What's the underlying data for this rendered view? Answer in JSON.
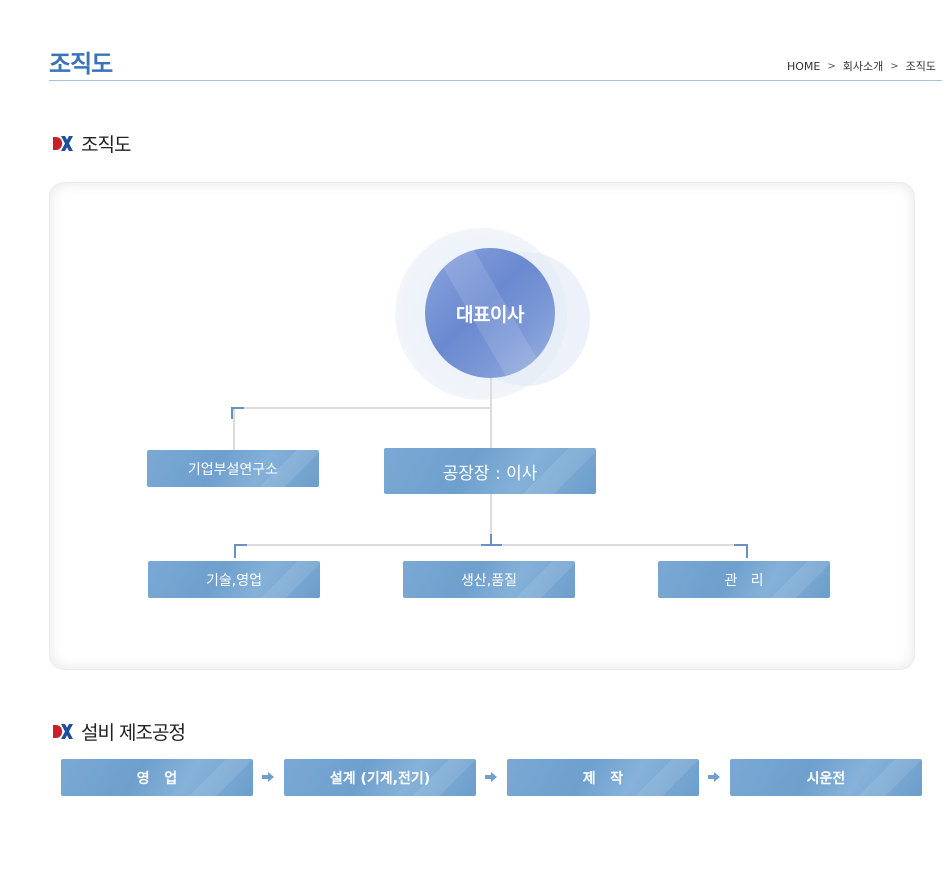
{
  "header": {
    "title": "조직도",
    "breadcrumb": [
      "HOME",
      "회사소개",
      "조직도"
    ],
    "breadcrumb_sep": ">"
  },
  "org_section": {
    "title": "조직도",
    "ceo": "대표이사",
    "level1": [
      "기업부설연구소",
      "공장장 : 이사"
    ],
    "level2": [
      "기술,영업",
      "생산,품질",
      "관   리"
    ]
  },
  "process_section": {
    "title": "설비 제조공정",
    "steps": [
      "영   업",
      "설계 (기계,전기)",
      "제   작",
      "시운전"
    ]
  },
  "colors": {
    "accent": "#3a74b8",
    "box": "#7aa9d4",
    "ceo": "#6a89d0",
    "logo_red": "#c8202a",
    "logo_blue": "#1e4f9c"
  }
}
